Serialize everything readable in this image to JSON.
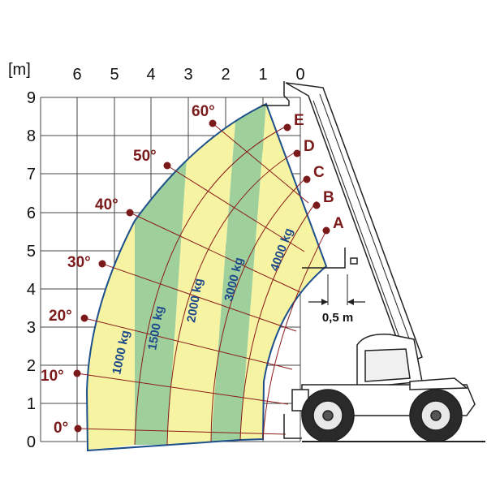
{
  "units_label": "[m]",
  "x_ticks": [
    "6",
    "5",
    "4",
    "3",
    "2",
    "1",
    "0"
  ],
  "y_ticks": [
    "9",
    "8",
    "7",
    "6",
    "5",
    "4",
    "3",
    "2",
    "1",
    "0"
  ],
  "angles": [
    "0°",
    "10°",
    "20°",
    "30°",
    "40°",
    "50°",
    "60°"
  ],
  "extension_positions": [
    "A",
    "B",
    "C",
    "D",
    "E"
  ],
  "load_zones": [
    "1000 kg",
    "1500 kg",
    "2000 kg",
    "3000 kg",
    "4000 kg"
  ],
  "scale_label": "0,5 m",
  "colors": {
    "yellow": "#f6f4a2",
    "green": "#9fd09c",
    "outline": "#1d4f8c",
    "marker": "#7a1a1a"
  }
}
